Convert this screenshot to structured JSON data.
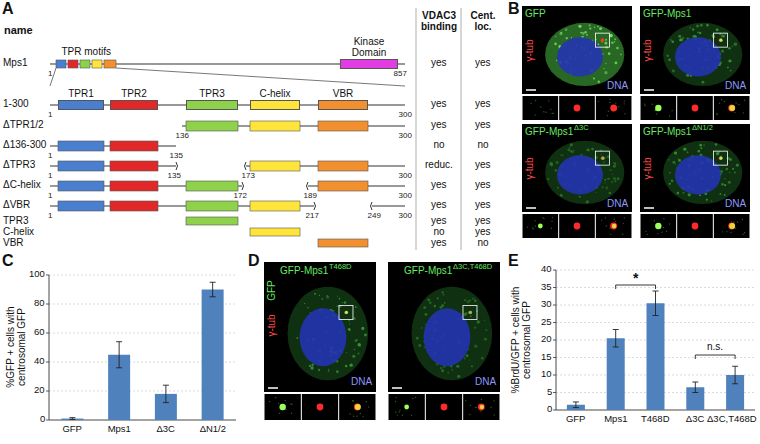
{
  "diagram": {
    "nodes": [
      {
        "text": [
          "Kinase Domain"
        ]
      },
      {
        "text": [
          "TPR1"
        ]
      },
      {
        "text": [
          "TPR2"
        ]
      },
      {
        "text": [
          "TPR3"
        ]
      },
      {
        "text": [
          "C-helix"
        ]
      },
      {
        "text": [
          "VBR"
        ]
      }
    ],
    "labels": [
      "A",
      "name",
      "VDAC3 binding",
      "Cent. loc.",
      "Mps1",
      "TPR motifs",
      "1",
      "857",
      "yes",
      "yes",
      "1-300",
      "1",
      "300",
      "yes",
      "yes",
      "ΔTPR1/2",
      "136",
      "300",
      "yes",
      "yes",
      "Δ136-300",
      "1",
      "135",
      "no",
      "no",
      "ΔTPR3",
      "1",
      "135",
      "173",
      "300",
      "reduc.",
      "yes",
      "ΔC-helix",
      "1",
      "172",
      "189",
      "300",
      "yes",
      "yes",
      "ΔVBR",
      "1",
      "217",
      "249",
      "300",
      "yes",
      "yes",
      "TPR3",
      "yes",
      "yes",
      "C-helix",
      "no",
      "yes",
      "VBR",
      "yes",
      "no",
      "B",
      "GFP",
      "γ-tub",
      "DNA",
      "GFP-Mps1",
      "γ-tub",
      "DNA",
      "GFP-Mps1",
      "Δ3C",
      "γ-tub",
      "DNA",
      "GFP-Mps1",
      "ΔN1/2",
      "γ-tub",
      "DNA",
      "C",
      "%GFP + cells with centrosomal GFP",
      "0",
      "20",
      "40",
      "60",
      "80",
      "100",
      "GFP",
      "Mps1",
      "Δ3C",
      "ΔN1/2",
      "D",
      "GFP-Mps1",
      "T468D",
      "GFP",
      "γ-tub",
      "DNA",
      "GFP-Mps1",
      "Δ3C,T468D",
      "DNA",
      "E",
      "%BrdU/GFP + cells with centrosomal GFP",
      "0",
      "5",
      "10",
      "15",
      "20",
      "25",
      "30",
      "35",
      "40",
      "GFP",
      "Mps1",
      "T468D",
      "Δ3C",
      "Δ3C,T468D",
      "*",
      "n.s."
    ]
  }
}
